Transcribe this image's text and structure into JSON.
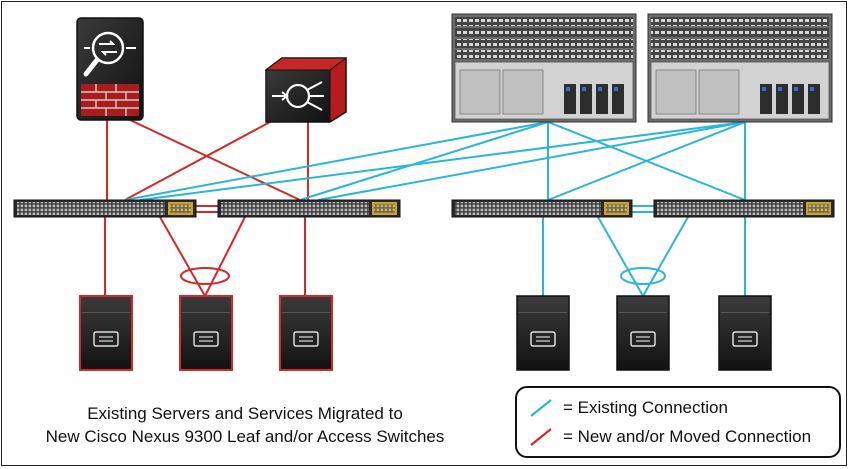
{
  "caption": {
    "line1": "Existing Servers and Services Migrated to",
    "line2": "New Cisco Nexus 9300 Leaf and/or Access Switches"
  },
  "legend": {
    "existing": "= Existing Connection",
    "new": "= New and/or Moved Connection"
  },
  "colors": {
    "existing": "#29b6d8",
    "new": "#d12a2a",
    "firewall": "#c62828",
    "switch_body": "#2a2a2a",
    "server_body": "#222222"
  },
  "icons": {
    "firewall": "firewall-icon",
    "load_balancer": "load-balancer-icon",
    "spine": "modular-chassis-switch-icon",
    "leaf": "leaf-switch-icon",
    "server": "server-icon"
  }
}
